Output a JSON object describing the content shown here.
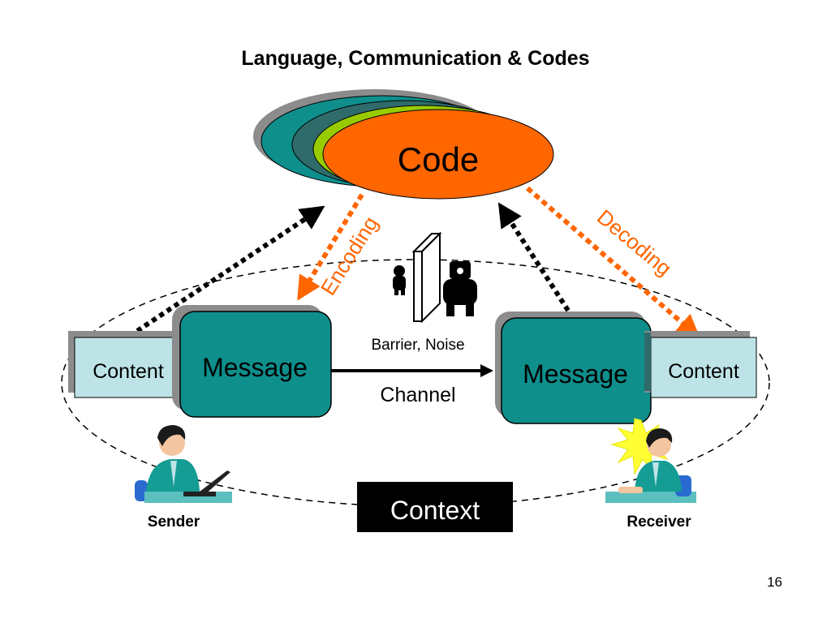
{
  "title": "Language, Communication & Codes",
  "page_number": "16",
  "code": {
    "label": "Code"
  },
  "encoding": {
    "label": "Encoding"
  },
  "decoding": {
    "label": "Decoding"
  },
  "sender_side": {
    "content": "Content",
    "message": "Message",
    "person": "Sender"
  },
  "receiver_side": {
    "content": "Content",
    "message": "Message",
    "person": "Receiver"
  },
  "channel": {
    "label": "Channel",
    "barrier": "Barrier, Noise"
  },
  "context": {
    "label": "Context"
  },
  "colors": {
    "code_orange": "#ff6600",
    "teal": "#0e8f8c",
    "light_blue": "#bde3e6",
    "lime": "#99cc00",
    "context_bg": "#000000"
  }
}
